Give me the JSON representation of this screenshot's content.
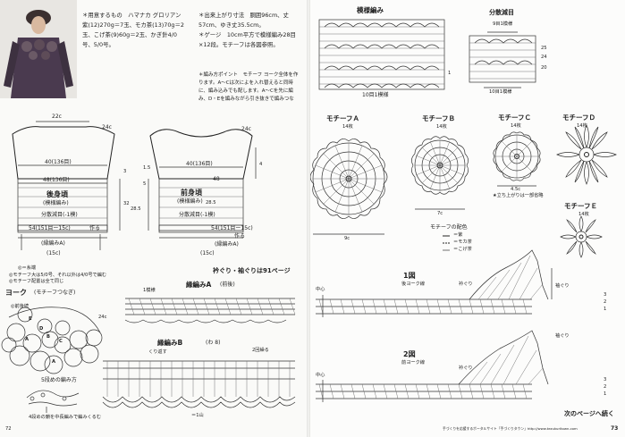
{
  "left": {
    "materials_text": "＊用意するもの　ハマナカ グロリアン 紫(12)270g＝7玉、モカ茶(13)70g＝2玉、こげ茶(9)60g＝2玉、かぎ針4/0号、5/0号。",
    "size_text": "＊出来上がり寸法　胴囲96cm、丈57cm、ゆき丈35.5cm。",
    "gauge_text": "＊ゲージ　10cm平方で模様編み28目×12段。モチーフは各図参照。",
    "points_text": "＊編み方ポイント　モチーフ ヨーク全体を作ります。A〜Cは次によを入れ替えると同時に、編み込みでも配します。A〜Cを先に編み、D・Eを編みながら引き抜きで編みつなぎます。身頃　共鎖の作り目の目と裏山から拾い目をして模様編みで編みます。脇はすくいとじで合わせ、25段めで分散減目をします。毛で糸は、脇はまつりとじで、脇は前後続けて編みます。ミモチーフ ヨークとを合わせ、2段めで付けるよう様に身頃を重ねて、毛糸のみが出ないよう始末します。身頃とヨークの縁りぐり・袖ぐりを編みます。",
    "back": {
      "title": "後身頃",
      "subtitle": "(模様編み)",
      "note": "分散減目(-1模)",
      "w22": "22c",
      "w24": "24c",
      "w40": "40(136目)",
      "w48": "48(136目)",
      "w54": "54(151目ー15c)",
      "make": "作る",
      "edge": "(縁編みA)",
      "w15": "(15c)",
      "v3": "3",
      "v32": "32",
      "v285": "28.5"
    },
    "front": {
      "title": "前身頃",
      "subtitle": "(模様編み)",
      "note": "分散減目(-1模)",
      "w24": "24c",
      "w40": "40(136目)",
      "w48": "48",
      "w54": "54(151目ー15c)",
      "make": "作る",
      "edge": "(縁編みA)",
      "w15": "(15c)",
      "v15": "1.5",
      "v5": "5",
      "v285": "28.5",
      "v4": "4"
    },
    "legend_1": "◎＝糸端",
    "legend_2": "◎モチーフ大は5/0号、それ以外は4/0号で編む",
    "legend_3": "◎モチーフ配置は全て同じ",
    "yoke_title": "ヨーク",
    "yoke_sub": "(モチーフつなぎ)",
    "yoke_start": "◎前後続",
    "yoke_24c": "24c",
    "letters": [
      "E",
      "D",
      "A",
      "B",
      "C",
      "A"
    ],
    "join_label": "5段めの編み方",
    "join_note": "4段めの鎖を中長編みで編みくるむ",
    "collar_note": "衿ぐり・袖ぐりは91ページ",
    "edgeA_title": "縁編みA",
    "edgeA_sub": "(前後)",
    "edgeA_rep": "1模様",
    "edgeB_title": "縁編みB",
    "edgeB_sub": "(わ 8)",
    "edgeB_rep": "くり返す",
    "edgeB_rep2": "2回繰る",
    "edgeB_n": "＝1山",
    "page_num": "72"
  },
  "right": {
    "pattern_title": "模様編み",
    "decrease_title": "分散減目",
    "dec_top": "9目1模様",
    "dec_bottom": "10目1模様",
    "pat_bottom": "10目1模様",
    "rows": [
      "25",
      "24",
      "20",
      "5",
      "1"
    ],
    "motifA": "モチーフＡ",
    "motifA_n": "14枚",
    "motifA_w": "9c",
    "motifB": "モチーフＢ",
    "motifB_n": "14枚",
    "motifB_w": "7c",
    "motifC": "モチーフＣ",
    "motifC_n": "14枚",
    "motifC_w": "4.5c",
    "motifD": "モチーフＤ",
    "motifD_n": "14枚",
    "motifE": "モチーフＥ",
    "motifE_n": "14枚",
    "colors_title": "モチーフの配色",
    "color1": "＝紫",
    "color2": "＝モカ茶",
    "color3": "＝こげ茶",
    "note_c": "★立ち上がりは一部省略",
    "fig1": "1図",
    "fig1_sub": "後ヨーク線",
    "fig2": "2図",
    "fig2_sub": "前ヨーク線",
    "center": "中心",
    "sleeve": "袖ぐり",
    "front_row": "衿ぐり",
    "fig_rows": [
      "3",
      "2",
      "1"
    ],
    "next": "次のページへ続く",
    "footer": "手づくりを応援するポータルサイト「手づくりタウン」http://www.tezukuritown.com",
    "page_num": "73"
  },
  "colors": {
    "paper": "#fbfbfa",
    "ink": "#222222",
    "photo_purple": "#4a3a4f",
    "photo_skin": "#d9b9a0"
  }
}
